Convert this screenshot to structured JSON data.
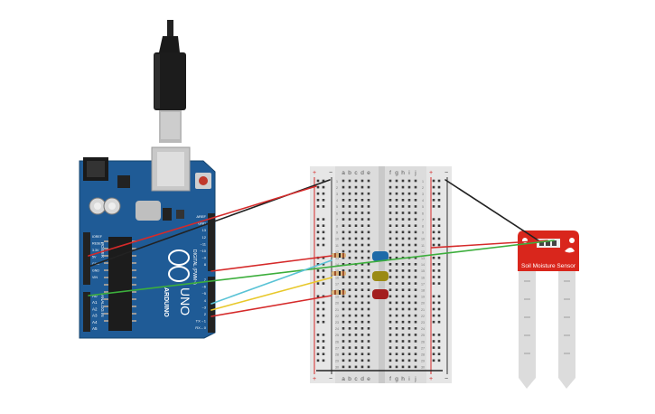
{
  "arduino": {
    "brand": "ARDUINO",
    "model": "UNO",
    "power_pins": [
      "IOREF",
      "RESET",
      "3.3V",
      "5V",
      "GND",
      "GND",
      "VIN"
    ],
    "power_header": "POWER",
    "analog_pins": [
      "A0",
      "A1",
      "A2",
      "A3",
      "A4",
      "A5"
    ],
    "analog_header": "ANALOG IN",
    "digital_pins_top": [
      "AREF",
      "GND",
      "13",
      "12",
      "~11",
      "~10",
      "~9",
      "8"
    ],
    "digital_pins_bottom": [
      "7",
      "~6",
      "~5",
      "4",
      "~3",
      "2",
      "TX→1",
      "RX←0"
    ],
    "digital_header": "DIGITAL (PWM~)",
    "tx_label": "TX",
    "rx_label": "RX",
    "l_label": "L",
    "on_label": "ON"
  },
  "breadboard": {
    "cols_left": [
      "a",
      "b",
      "c",
      "d",
      "e"
    ],
    "cols_right": [
      "f",
      "g",
      "h",
      "i",
      "j"
    ],
    "plus": "+",
    "minus": "−",
    "row_count": 30
  },
  "sensor": {
    "label": "Soil Moisture Sensor",
    "icon": "leaf-icon"
  },
  "colors": {
    "board": "#1f5b96",
    "breadboard": "#dcdcdc",
    "sensor": "#d9261c",
    "wire_red": "#d52a2a",
    "wire_black": "#222222",
    "wire_green": "#3cae3c",
    "wire_cyan": "#5ac3d6",
    "wire_yellow": "#e8c82a",
    "led_blue": "#1e6aa8",
    "led_yellow": "#9a8a14",
    "led_red": "#a31e1e"
  }
}
